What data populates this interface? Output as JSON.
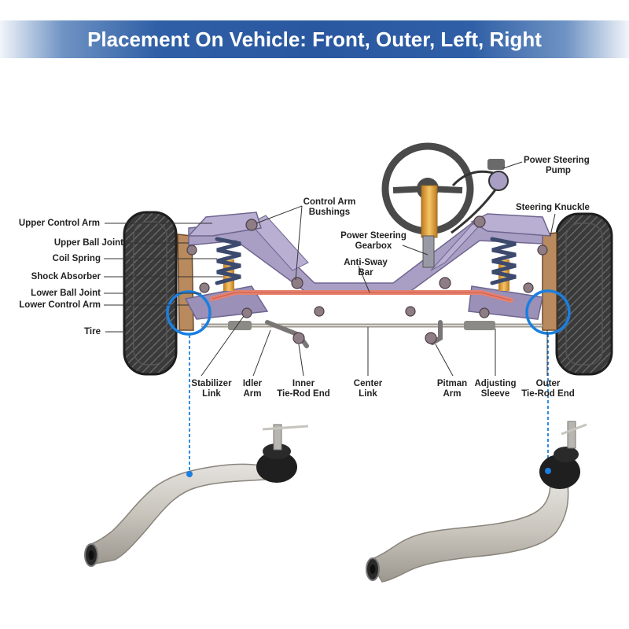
{
  "header": {
    "title": "Placement On Vehicle: Front, Outer, Left, Right"
  },
  "labels": {
    "upper_control_arm": "Upper Control Arm",
    "upper_ball_joint": "Upper Ball Joint",
    "coil_spring": "Coil Spring",
    "shock_absorber": "Shock Absorber",
    "lower_ball_joint": "Lower Ball Joint",
    "lower_control_arm": "Lower Control Arm",
    "tire": "Tire",
    "control_arm_bushings": [
      "Control Arm",
      "Bushings"
    ],
    "power_steering_pump": [
      "Power Steering",
      "Pump"
    ],
    "steering_knuckle": "Steering Knuckle",
    "power_steering_gearbox": [
      "Power Steering",
      "Gearbox"
    ],
    "anti_sway_bar": [
      "Anti-Sway",
      "Bar"
    ],
    "stabilizer_link": [
      "Stabilizer",
      "Link"
    ],
    "idler_arm": [
      "Idler",
      "Arm"
    ],
    "inner_tie_rod_end": [
      "Inner",
      "Tie-Rod End"
    ],
    "center_link": [
      "Center",
      "Link"
    ],
    "pitman_arm": [
      "Pitman",
      "Arm"
    ],
    "adjusting_sleeve": [
      "Adjusting",
      "Sleeve"
    ],
    "outer_tie_rod_end": [
      "Outer",
      "Tie-Rod End"
    ]
  },
  "colors": {
    "banner": "#2a58a0",
    "highlight": "#1a7fe0",
    "frame": "#a99fc4",
    "sway_bar": "#e8806e",
    "spring": "#3c4a6e",
    "shock": "#e8a33a",
    "metal": "#c9c6c2"
  }
}
